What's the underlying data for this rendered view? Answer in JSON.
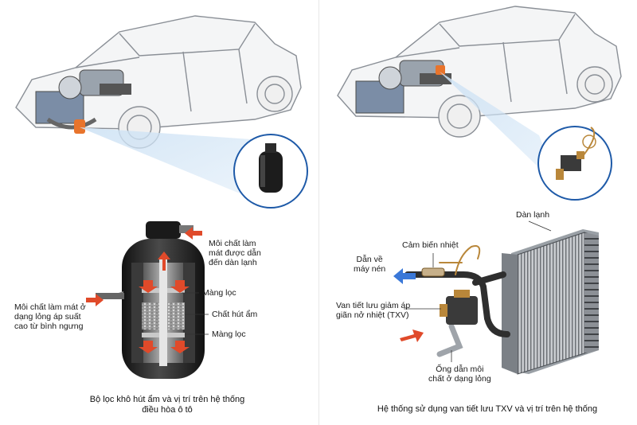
{
  "left": {
    "labels": {
      "refrigerant_to_evaporator": "Môi chất làm\nmát được dẫn\nđến dàn lạnh",
      "refrigerant_in": "Môi chất làm mát ở\ndạng lỏng áp suất\ncao từ bình ngưng",
      "filter_top": "Màng lọc",
      "desiccant": "Chất hút ẩm",
      "filter_bottom": "Màng lọc"
    },
    "caption": "Bộ lọc khô hút ẩm và vị trí trên hệ thống\nđiều hòa ô tô"
  },
  "right": {
    "labels": {
      "evaporator": "Dàn lạnh",
      "temp_sensor": "Cảm biến nhiệt",
      "to_compressor": "Dẫn về\nmáy nén",
      "txv": "Van tiết lưu giảm áp\ngiãn nở nhiệt (TXV)",
      "liquid_pipe": "Ống dẫn môi\nchất ở dạng lỏng"
    },
    "caption": "Hệ thống sử dụng van tiết lưu TXV và vị trí trên hệ thống"
  },
  "colors": {
    "arrow_red": "#e04a2a",
    "arrow_blue": "#3a78d8",
    "highlight_beam": "#cfe3f5",
    "car_outline": "#8a8f96",
    "component_dark": "#2b2b2b"
  }
}
